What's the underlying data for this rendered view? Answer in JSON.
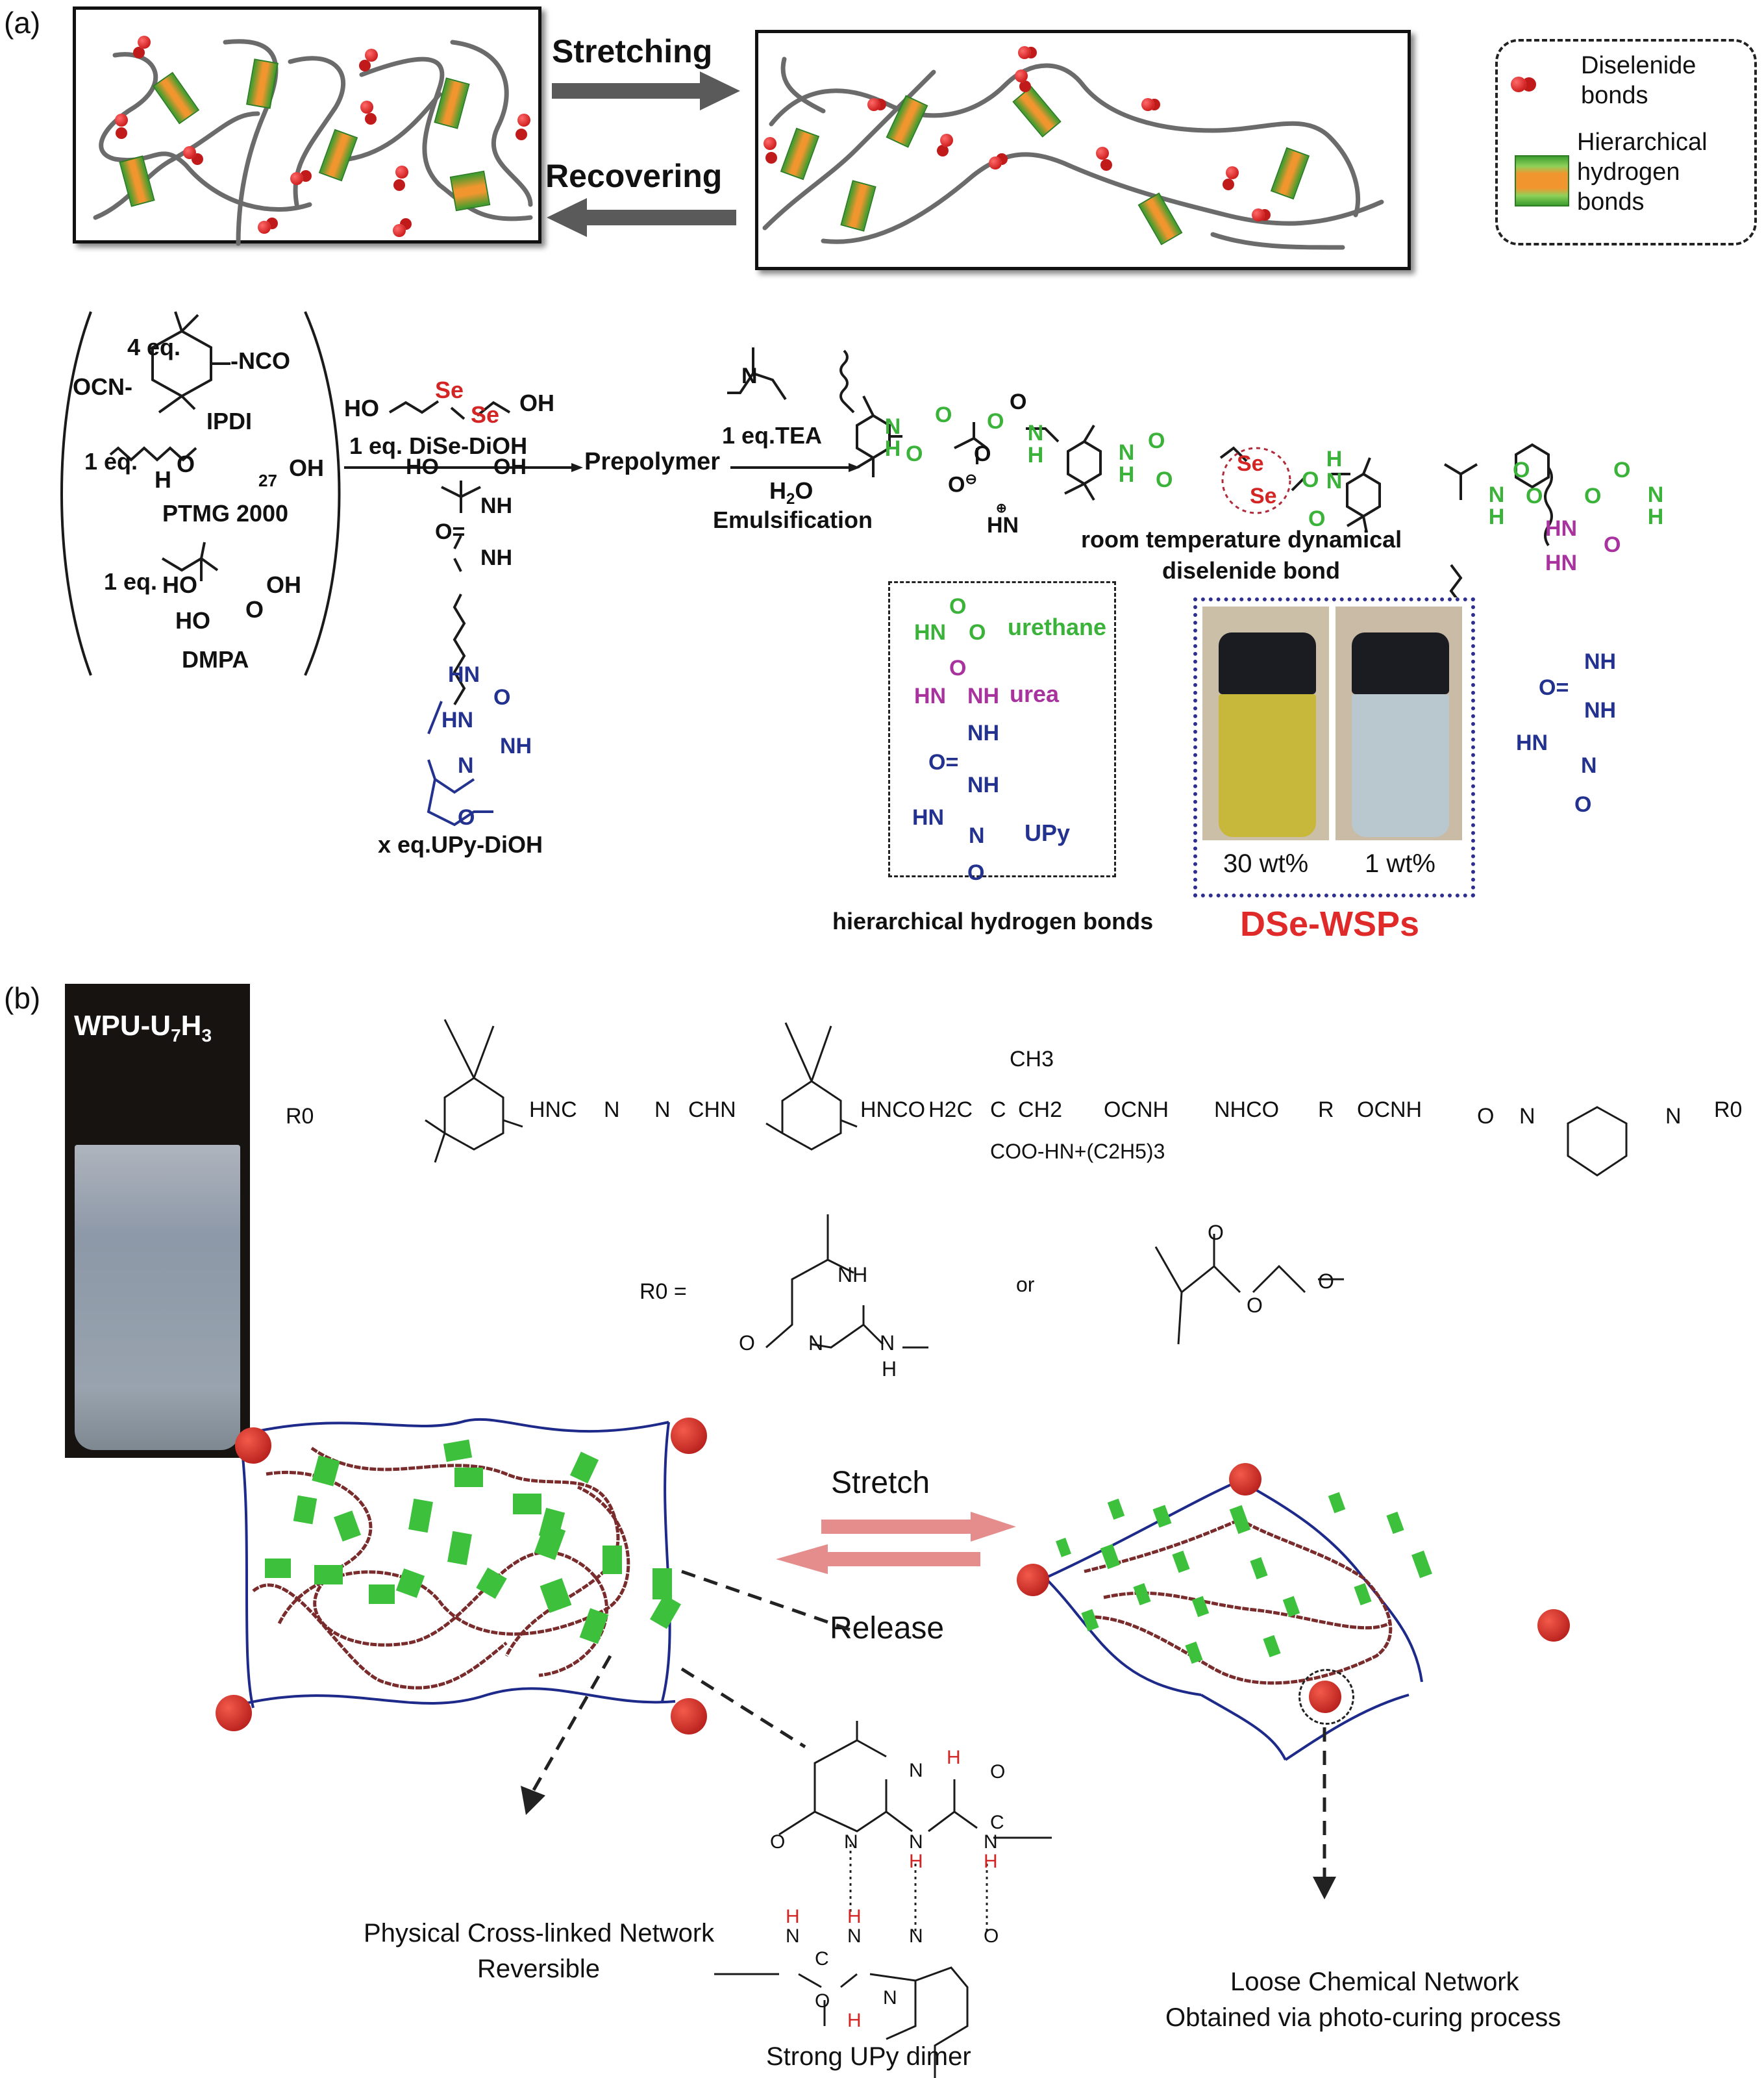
{
  "panel_a": {
    "label": "(a)",
    "schematic": {
      "arrow_forward_label": "Stretching",
      "arrow_back_label": "Recovering",
      "legend": [
        {
          "icon": "diselenide-bond-icon",
          "text_line1": "Diselenide",
          "text_line2": "bonds"
        },
        {
          "icon": "hydrogen-bond-block-icon",
          "text_line1": "Hierarchical",
          "text_line2": "hydrogen",
          "text_line3": "bonds"
        }
      ]
    },
    "reaction": {
      "reactants": [
        {
          "eq": "4 eq.",
          "groups": [
            "-NCO",
            "OCN-"
          ],
          "name": "IPDI"
        },
        {
          "eq": "1 eq.",
          "formula_left": "H",
          "formula_repeat": "O",
          "subscript": "27",
          "formula_right": "OH",
          "name": "PTMG 2000"
        },
        {
          "eq": "1 eq.",
          "groups": [
            "HO",
            "OH",
            "HO",
            "O"
          ],
          "name": "DMPA"
        }
      ],
      "reagent_above_arrow1": {
        "left": "HO",
        "se1": "Se",
        "se2": "Se",
        "right": "OH",
        "name": "1 eq. DiSe-DiOH"
      },
      "reagent_below_arrow1": {
        "groups": [
          "HO",
          "OH",
          "NH",
          "O=",
          "NH",
          "HN",
          "O",
          "HN",
          "NH",
          "N",
          "O"
        ],
        "name": "x eq.UPy-DiOH"
      },
      "intermediate": "Prepolymer",
      "step2_above": "1 eq.TEA",
      "step2_base": "N",
      "step2_below_line1": "H2O",
      "step2_below_line2": "Emulsification",
      "product_annotations": {
        "dynamic_bond_line1": "room temperature dynamical",
        "dynamic_bond_line2": "diselenide bond",
        "se_atoms": [
          "Se",
          "Se"
        ],
        "counterion": "HN",
        "carboxylate": "O"
      },
      "hbond_box": {
        "items": [
          {
            "fragment": "HN–C(=O)–O",
            "label": "urethane",
            "color": "#3bb33b"
          },
          {
            "fragment": "HN–C(=O)–NH",
            "label": "urea",
            "color": "#a8329e"
          },
          {
            "fragment": "UPy",
            "label": "UPy",
            "color": "#23328f"
          }
        ],
        "caption": "hierarchical hydrogen bonds"
      },
      "photo_box": {
        "vials": [
          {
            "label": "30 wt%",
            "liquid_color": "#c9bb3a"
          },
          {
            "label": "1 wt%",
            "liquid_color": "#b9c8cf"
          }
        ],
        "caption": "DSe-WSPs"
      }
    }
  },
  "panel_b": {
    "label": "(b)",
    "vial_photo_label": "WPU-U7H3",
    "structure_text": {
      "r0_left": "R0",
      "segments": [
        "HNC",
        "N",
        "N",
        "CHN",
        "HNCO",
        "H2C",
        "C",
        "CH2",
        "OCNH",
        "NHCO",
        "R",
        "OCNH",
        "O",
        "N",
        "N"
      ],
      "methyl": "CH3",
      "salt": "COO-HN+(C2H5)3",
      "r0_right": "R0"
    },
    "r0_definition": {
      "prefix": "R0 =",
      "option1_atoms": [
        "NH",
        "O",
        "N",
        "N",
        "H"
      ],
      "conjunction": "or",
      "option2_atoms": [
        "O",
        "O",
        "O"
      ]
    },
    "network": {
      "stretch_label": "Stretch",
      "release_label": "Release",
      "left_caption_line1": "Physical Cross-linked Network",
      "left_caption_line2": "Reversible",
      "dimer_caption": "Strong UPy dimer",
      "right_caption_line1": "Loose Chemical Network",
      "right_caption_line2": "Obtained via photo-curing process"
    }
  },
  "colors": {
    "urethane": "#3bb33b",
    "urea": "#a8329e",
    "upy": "#23328f",
    "selenium": "#d42525",
    "dse_wsps": "#e02a2a",
    "crosslink_node": "#c11a1a",
    "network_outline": "#1d2a8a",
    "hbond_block": "#3dc13d",
    "stretch_arrow": "#e58d8d"
  }
}
